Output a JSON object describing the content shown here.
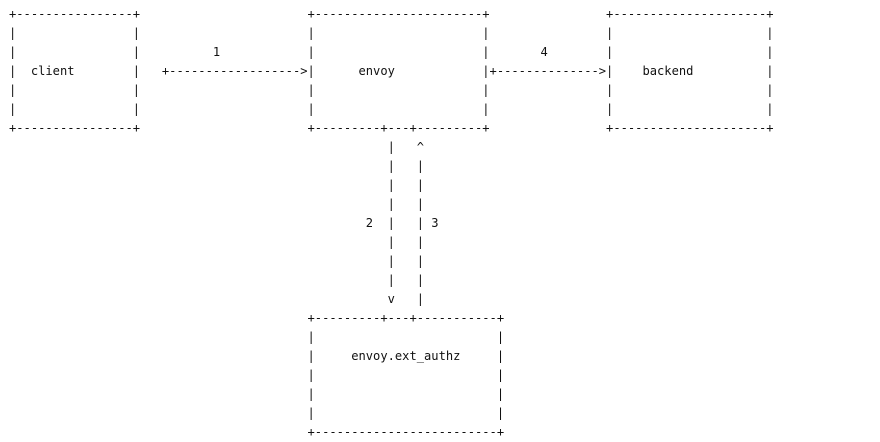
{
  "diagram": {
    "type": "ascii-art",
    "nodes": {
      "client": "client",
      "envoy": "envoy",
      "backend": "backend",
      "ext_authz": "envoy.ext_authz"
    },
    "edges": {
      "client_to_envoy": "1",
      "envoy_to_ext_authz": "2",
      "ext_authz_to_envoy": "3",
      "envoy_to_backend": "4"
    },
    "lines": [
      "+----------------+                       +-----------------------+                +---------------------+",
      "|                |                       |                       |                |                     |",
      "|                |          1            |                       |       4        |                     |",
      "|  client        |   +------------------>|      envoy            |+-------------->|    backend          |",
      "|                |                       |                       |                |                     |",
      "|                |                       |                       |                |                     |",
      "+----------------+                       +---------+---+---------+                +---------------------+",
      "                                                    |   ^",
      "                                                    |   |",
      "                                                    |   |",
      "                                                    |   |",
      "                                                 2  |   | 3",
      "                                                    |   |",
      "                                                    |   |",
      "                                                    |   |",
      "                                                    v   |",
      "                                         +---------+---+-----------+",
      "                                         |                         |",
      "                                         |     envoy.ext_authz     |",
      "                                         |                         |",
      "                                         |                         |",
      "                                         |                         |",
      "                                         +-------------------------+"
    ]
  }
}
